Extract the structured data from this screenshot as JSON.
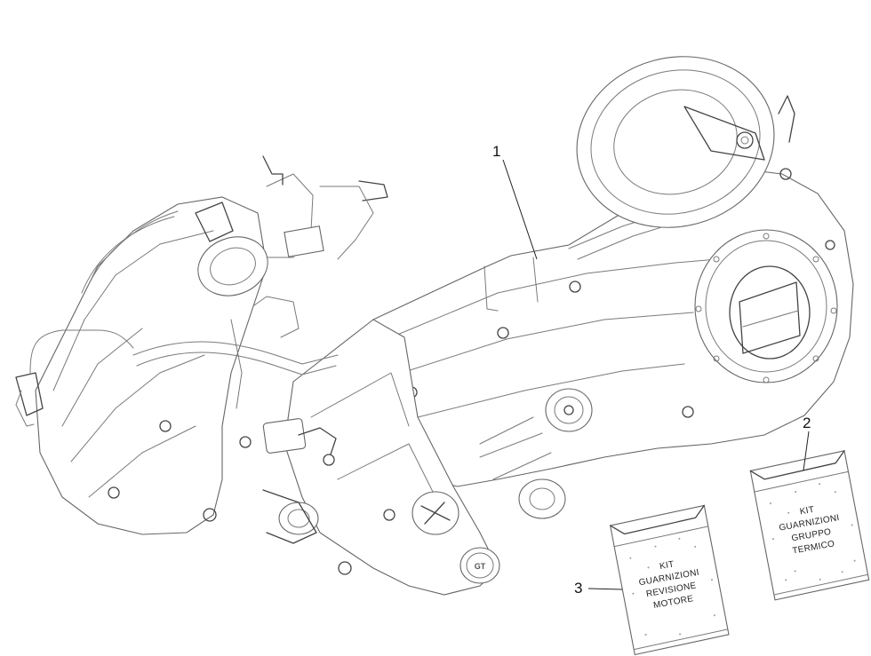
{
  "callouts": [
    {
      "label": "1"
    },
    {
      "label": "2"
    },
    {
      "label": "3"
    }
  ],
  "kits": {
    "gruppo_termico": {
      "lines": [
        "KIT",
        "GUARNIZIONI",
        "GRUPPO",
        "TERMICO"
      ]
    },
    "revisione_motore": {
      "lines": [
        "KIT",
        "GUARNIZIONI",
        "REVISIONE",
        "MOTORE"
      ]
    }
  },
  "brand_mark": "GT"
}
